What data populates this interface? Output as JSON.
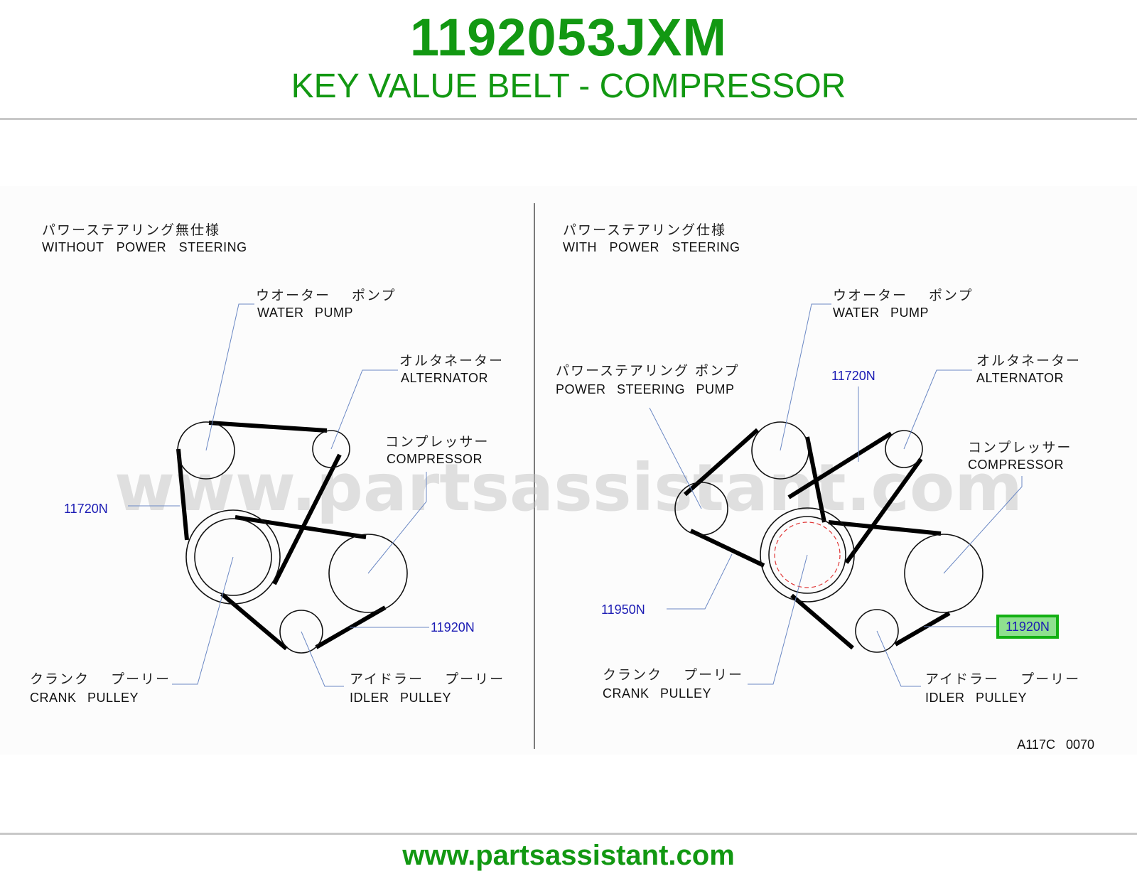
{
  "header": {
    "part_number": "1192053JXM",
    "subtitle": "KEY VALUE BELT - COMPRESSOR"
  },
  "footer": {
    "url": "www.partsassistant.com"
  },
  "watermark": "www.partsassistant.com",
  "diagram_ref": "A117C 0070",
  "colors": {
    "brand_green": "#129812",
    "part_link_blue": "#1c1cb4",
    "highlight_green": "#22c422"
  },
  "left_panel": {
    "title_jp": "パワーステアリング無仕様",
    "title_en": "WITHOUT POWER STEERING",
    "water_pump": {
      "jp": "ウオーター ポンプ",
      "en": "WATER PUMP"
    },
    "alternator": {
      "jp": "オルタネーター",
      "en": "ALTERNATOR"
    },
    "compressor": {
      "jp": "コンプレッサー",
      "en": "COMPRESSOR"
    },
    "crank_pulley": {
      "jp": "クランク プーリー",
      "en": "CRANK PULLEY"
    },
    "idler_pulley": {
      "jp": "アイドラー プーリー",
      "en": "IDLER PULLEY"
    },
    "part_11720": "11720N",
    "part_11920": "11920N"
  },
  "right_panel": {
    "title_jp": "パワーステアリング仕様",
    "title_en": "WITH POWER STEERING",
    "water_pump": {
      "jp": "ウオーター ポンプ",
      "en": "WATER PUMP"
    },
    "power_steering_pump": {
      "jp": "パワーステアリング ポンプ",
      "en": "POWER STEERING PUMP"
    },
    "alternator": {
      "jp": "オルタネーター",
      "en": "ALTERNATOR"
    },
    "compressor": {
      "jp": "コンプレッサー",
      "en": "COMPRESSOR"
    },
    "crank_pulley": {
      "jp": "クランク プーリー",
      "en": "CRANK PULLEY"
    },
    "idler_pulley": {
      "jp": "アイドラー プーリー",
      "en": "IDLER PULLEY"
    },
    "part_11720": "11720N",
    "part_11950": "11950N",
    "part_11920": "11920N"
  }
}
